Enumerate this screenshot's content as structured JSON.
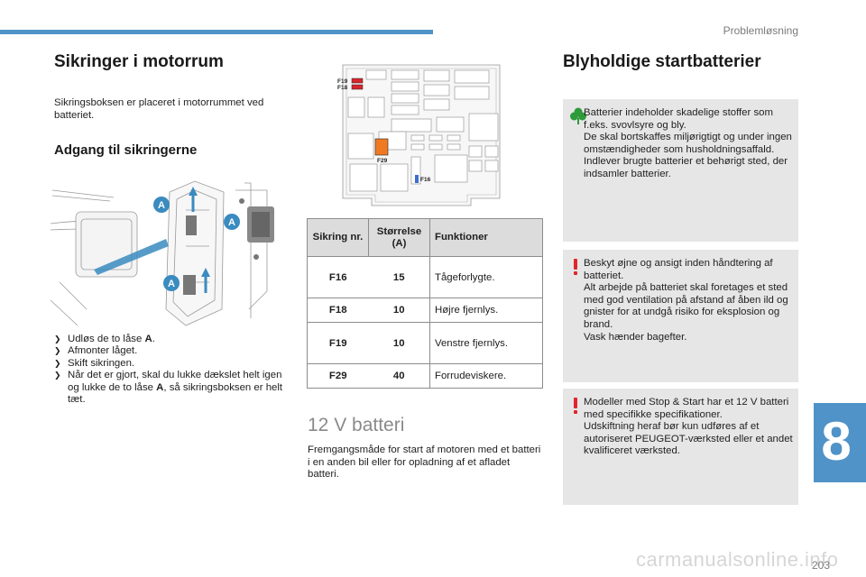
{
  "header": {
    "section": "Problemløsning"
  },
  "left": {
    "title": "Sikringer i motorrum",
    "intro": "Sikringsboksen er placeret i motorrummet ved batteriet.",
    "subtitle": "Adgang til sikringerne",
    "callout_label": "A",
    "steps": [
      {
        "before": "Udløs de to låse ",
        "bold": "A",
        "after": "."
      },
      {
        "before": "Afmonter låget.",
        "bold": "",
        "after": ""
      },
      {
        "before": "Skift sikringen.",
        "bold": "",
        "after": ""
      },
      {
        "before": "Når det er gjort, skal du lukke dækslet helt igen og lukke de to låse ",
        "bold": "A",
        "after": ", så sikringsboksen er helt tæt."
      }
    ]
  },
  "middle": {
    "diagram_labels": {
      "f19": "F19",
      "f18": "F18",
      "f29": "F29",
      "f16": "F16"
    },
    "table": {
      "headers": {
        "fuse": "Sikring nr.",
        "size": "Størrelse (A)",
        "function": "Funktioner"
      },
      "rows": [
        {
          "fuse": "F16",
          "size": "15",
          "function": "Tågeforlygte."
        },
        {
          "fuse": "F18",
          "size": "10",
          "function": "Højre fjernlys."
        },
        {
          "fuse": "F19",
          "size": "10",
          "function": "Venstre fjernlys."
        },
        {
          "fuse": "F29",
          "size": "40",
          "function": "Forrudeviskere."
        }
      ]
    },
    "battery_title": "12 V batteri",
    "battery_text": "Fremgangsmåde for start af motoren med et batteri i en anden bil eller for opladning af et afladet batteri."
  },
  "right": {
    "title": "Blyholdige startbatterier",
    "boxes": [
      {
        "icon": "eco-tree-icon",
        "text": "Batterier indeholder skadelige stoffer som f.eks. svovlsyre og bly.\nDe skal bortskaffes miljørigtigt og under ingen omstændigheder som husholdningsaffald.\nIndlever brugte batterier et behørigt sted, der indsamler batterier."
      },
      {
        "icon": "warning-icon",
        "text": "Beskyt øjne og ansigt inden håndtering af batteriet.\nAlt arbejde på batteriet skal foretages et sted med god ventilation på afstand af åben ild og gnister for at undgå risiko for eksplosion og brand.\nVask hænder bagefter."
      },
      {
        "icon": "warning-icon",
        "text": "Modeller med Stop & Start har et 12 V batteri med specifikke specifikationer.\nUdskiftning heraf bør kun udføres af et autoriseret PEUGEOT-værksted eller et andet kvalificeret værksted."
      }
    ]
  },
  "chapter_number": "8",
  "page_number": "203",
  "watermark": "carmanualsonline.info",
  "colors": {
    "accent": "#4f93c8",
    "fuse_red": "#d9262b",
    "fuse_orange": "#f07a22",
    "eco_green": "#2e9b3a",
    "warning_red": "#e0262b",
    "box_bg": "#e6e6e6"
  }
}
